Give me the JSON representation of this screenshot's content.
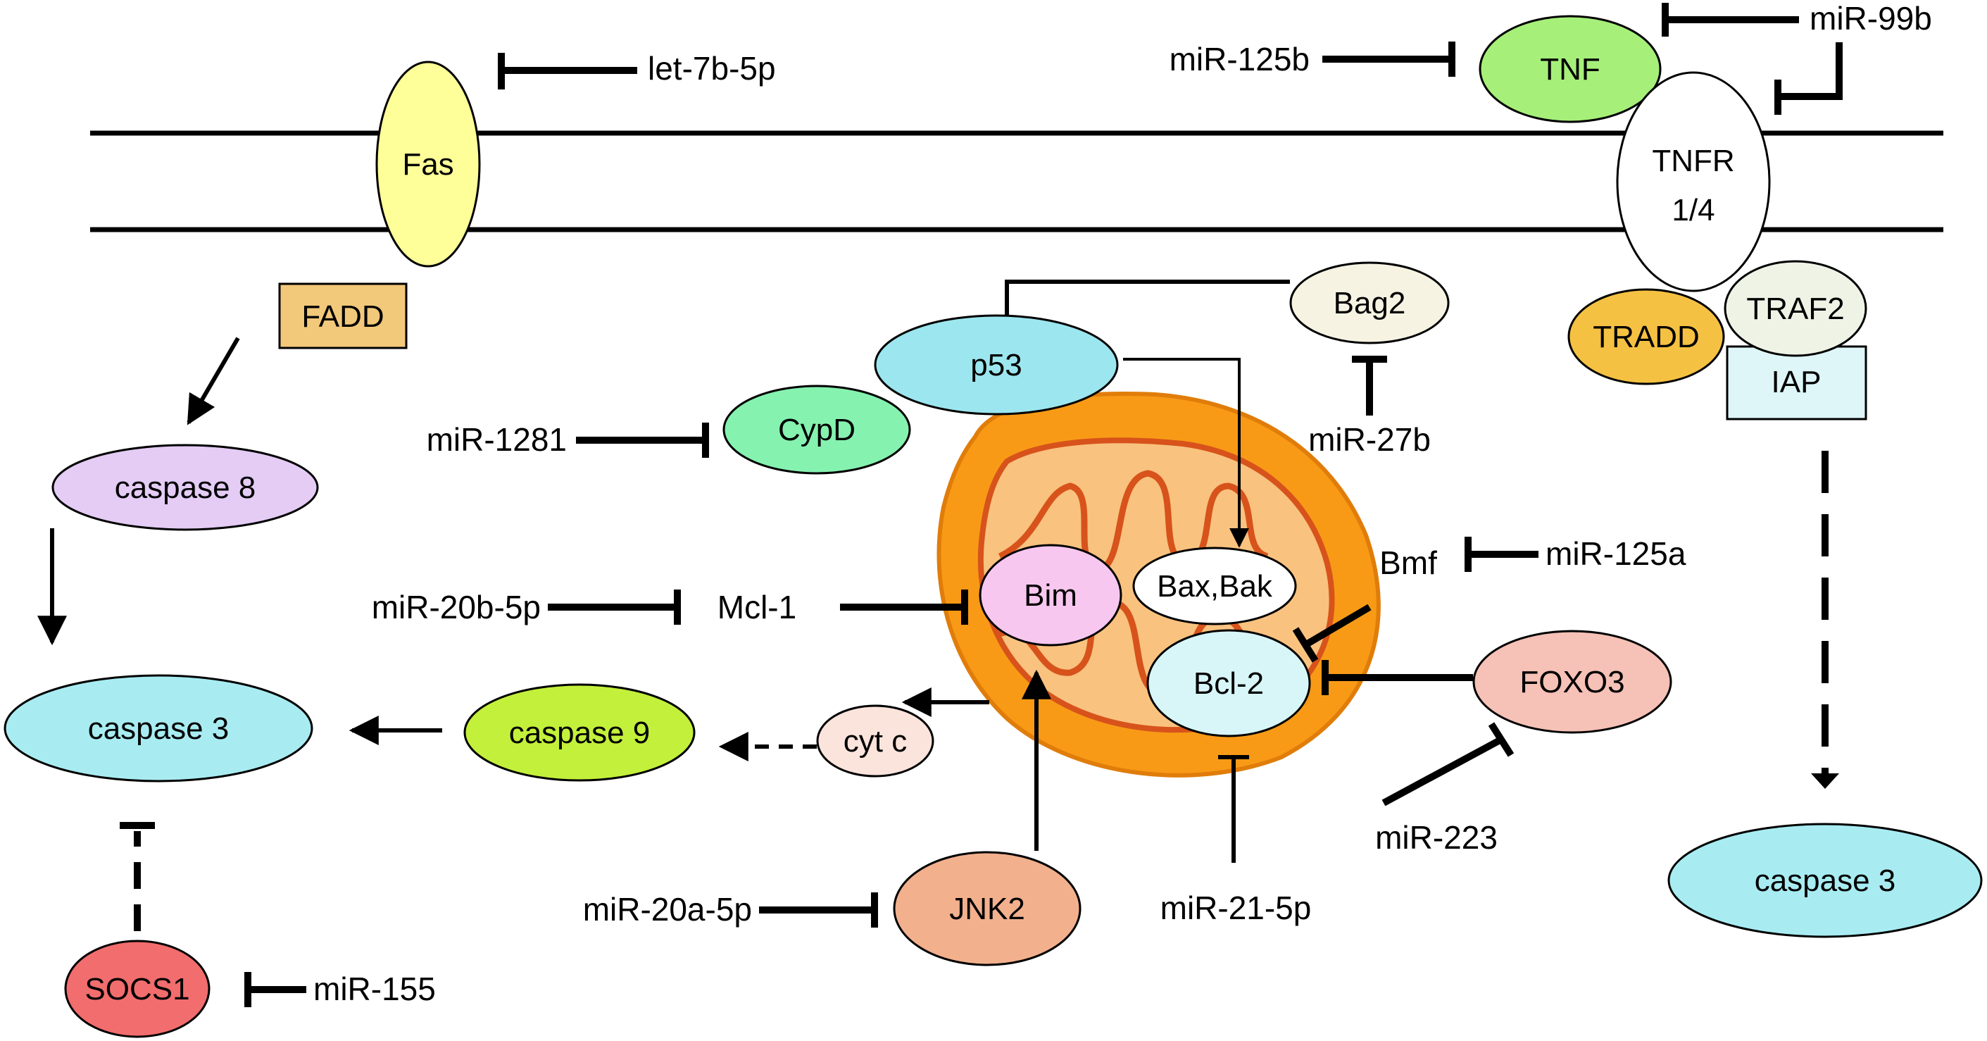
{
  "nodes": {
    "fas": "Fas",
    "fadd": "FADD",
    "caspase8": "caspase 8",
    "caspase3_left": "caspase 3",
    "socs1": "SOCS1",
    "caspase9": "caspase 9",
    "cytc": "cyt c",
    "p53": "p53",
    "cypd": "CypD",
    "bag2": "Bag2",
    "bim": "Bim",
    "baxbak": "Bax,Bak",
    "bcl2": "Bcl-2",
    "mcl1": "Mcl-1",
    "bmf": "Bmf",
    "foxo3": "FOXO3",
    "jnk2": "JNK2",
    "tnf": "TNF",
    "tnfr_line1": "TNFR",
    "tnfr_line2": "1/4",
    "tradd": "TRADD",
    "traf2": "TRAF2",
    "iap": "IAP",
    "caspase3_right": "caspase 3"
  },
  "mirnas": {
    "let7b": "let-7b-5p",
    "mir125b": "miR-125b",
    "mir99b": "miR-99b",
    "mir1281": "miR-1281",
    "mir27b": "miR-27b",
    "mir20b": "miR-20b-5p",
    "mir125a": "miR-125a",
    "mir223": "miR-223",
    "mir21": "miR-21-5p",
    "mir20a": "miR-20a-5p",
    "mir155": "miR-155"
  },
  "colors": {
    "fas": "#ffff99",
    "fadd": "#f2c87a",
    "caspase8": "#e4ccf5",
    "caspase3": "#a8ecf2",
    "socs1": "#f26d6d",
    "caspase9": "#c3f03b",
    "cytc": "#fbe4dc",
    "p53": "#9ce6ef",
    "cypd": "#85f2b0",
    "bag2": "#f6f3e3",
    "bim": "#f7c7ef",
    "baxbak": "#ffffff",
    "bcl2": "#d8f6f8",
    "foxo3": "#f6c1b6",
    "jnk2": "#f2b08d",
    "tnf": "#a6f07a",
    "tradd": "#f5c142",
    "traf2": "#eef3e6",
    "iap": "#dff6f8",
    "mito_outer": "#f89a16",
    "mito_inner": "#f9c27f",
    "mito_cristae": "#d7531b"
  }
}
